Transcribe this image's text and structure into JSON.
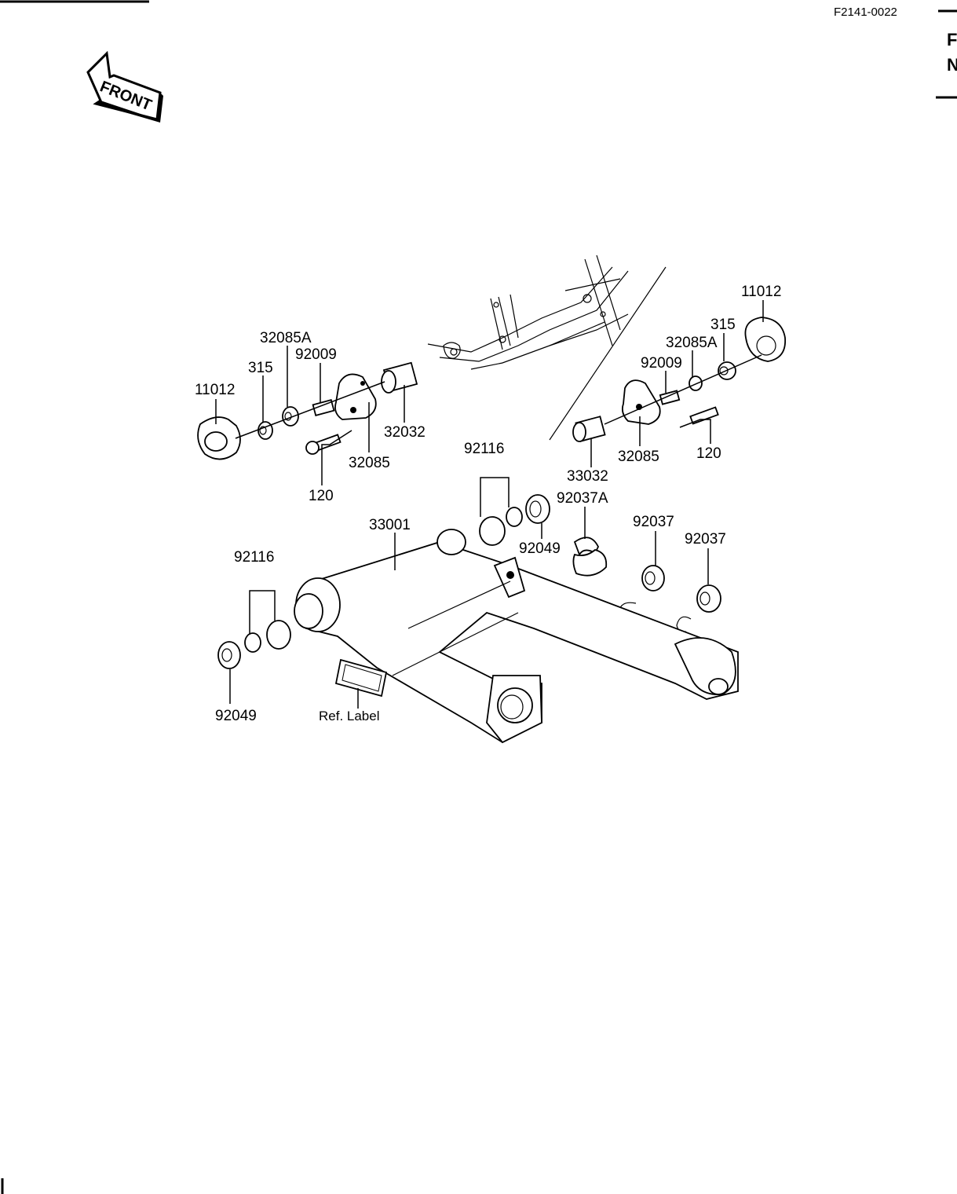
{
  "header": {
    "code": "F2141-0022",
    "edge_glyphs": [
      "F",
      "N"
    ]
  },
  "front_arrow": {
    "label": "FRONT"
  },
  "labels": {
    "l11012_left": "11012",
    "l315_left": "315",
    "l32085A_left": "32085A",
    "l92009_left": "92009",
    "l32032": "32032",
    "l32085_left": "32085",
    "l120_left": "120",
    "l11012_right": "11012",
    "l315_right": "315",
    "l32085A_right": "32085A",
    "l92009_right": "92009",
    "l32085_right": "32085",
    "l120_right": "120",
    "l33032": "33032",
    "l92116_top": "92116",
    "l92049_top": "92049",
    "l92037A": "92037A",
    "l92037_a": "92037",
    "l92037_b": "92037",
    "l33001": "33001",
    "l92116_left": "92116",
    "l92049_left": "92049",
    "ref_label": "Ref. Label"
  }
}
